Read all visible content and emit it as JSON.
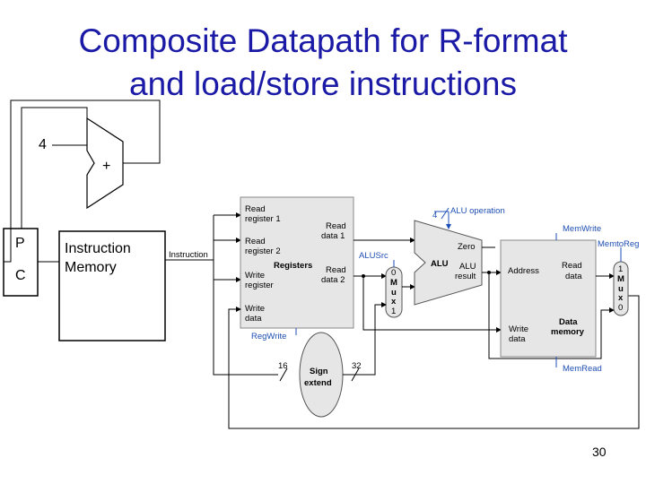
{
  "title": {
    "line1": "Composite Datapath for R-format",
    "line2": "and load/store instructions"
  },
  "pc": {
    "line1": "P",
    "line2": "C"
  },
  "adder": {
    "constant": "4",
    "symbol": "+"
  },
  "instruction_memory": {
    "line1": "Instruction",
    "line2": "Memory"
  },
  "wire_instruction": "Instruction",
  "registers": {
    "read_reg1_l1": "Read",
    "read_reg1_l2": "register 1",
    "read_reg2_l1": "Read",
    "read_reg2_l2": "register 2",
    "write_reg_l1": "Write",
    "write_reg_l2": "register",
    "write_data_l1": "Write",
    "write_data_l2": "data",
    "name": "Registers",
    "read_data1_l1": "Read",
    "read_data1_l2": "data 1",
    "read_data2_l1": "Read",
    "read_data2_l2": "data 2"
  },
  "control": {
    "reg_write": "RegWrite",
    "alu_src": "ALUSrc",
    "alu_operation": "ALU operation",
    "alu_op_width": "4",
    "mem_write": "MemWrite",
    "mem_to_reg": "MemtoReg",
    "mem_read": "MemRead"
  },
  "alu": {
    "name": "ALU",
    "zero": "Zero",
    "result_l1": "ALU",
    "result_l2": "result"
  },
  "mux_alu": {
    "top": "0",
    "letters": [
      "M",
      "u",
      "x"
    ],
    "bottom": "1"
  },
  "mux_mem": {
    "top": "1",
    "letters": [
      "M",
      "u",
      "x"
    ],
    "bottom": "0"
  },
  "sign_extend": {
    "line1": "Sign",
    "line2": "extend",
    "in_width": "16",
    "out_width": "32"
  },
  "data_memory": {
    "address": "Address",
    "read_data_l1": "Read",
    "read_data_l2": "data",
    "write_data_l1": "Write",
    "write_data_l2": "data",
    "name_l1": "Data",
    "name_l2": "memory"
  },
  "page_number": "30",
  "colors": {
    "title": "#1a1aa6",
    "control": "#1f4fb4",
    "unit_fill": "#e6e6e6"
  }
}
